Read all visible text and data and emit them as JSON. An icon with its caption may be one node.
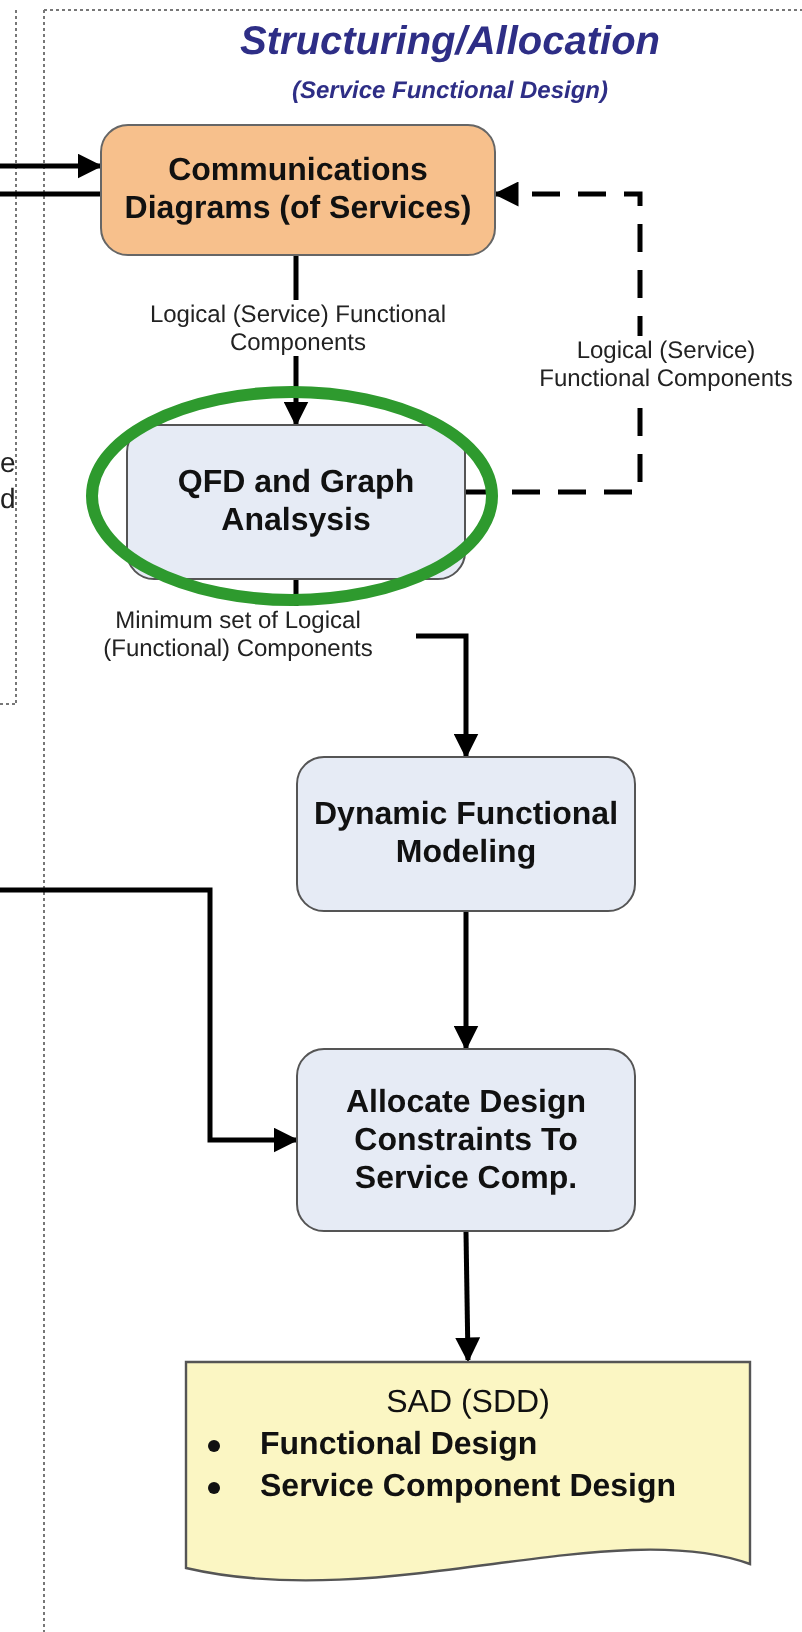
{
  "diagram": {
    "title": "Structuring/Allocation",
    "nodes": [
      {
        "text": [
          "Communications Diagrams (of Services)"
        ]
      },
      {
        "text": [
          "QFD and Graph Analsysis"
        ]
      },
      {
        "text": [
          "Dynamic Functional Modeling"
        ]
      },
      {
        "text": [
          "Allocate Design Constraints To Service Comp."
        ]
      },
      {
        "text": [
          "SAD (SDD)",
          "Functional Design",
          "Service Component Design"
        ]
      }
    ],
    "edges": [
      {
        "from": null,
        "to": 0,
        "arrow": "to"
      },
      {
        "from": 0,
        "to": null,
        "arrow": "none"
      },
      {
        "from": 0,
        "to": 1,
        "arrow": "to",
        "label": "Logical (Service) Functional Components"
      },
      {
        "from": 1,
        "to": 0,
        "arrow": "to",
        "style": "dashed",
        "label": "Logical (Service) Functional Components"
      },
      {
        "from": 1,
        "to": 2,
        "arrow": "to",
        "label": "Minimum set of Logical (Functional) Components"
      },
      {
        "from": 2,
        "to": 3,
        "arrow": "to"
      },
      {
        "from": null,
        "to": 3,
        "arrow": "to"
      },
      {
        "from": 3,
        "to": 4,
        "arrow": "to"
      }
    ],
    "labels": [
      "(Service Functional Design)",
      "e",
      "d"
    ]
  }
}
